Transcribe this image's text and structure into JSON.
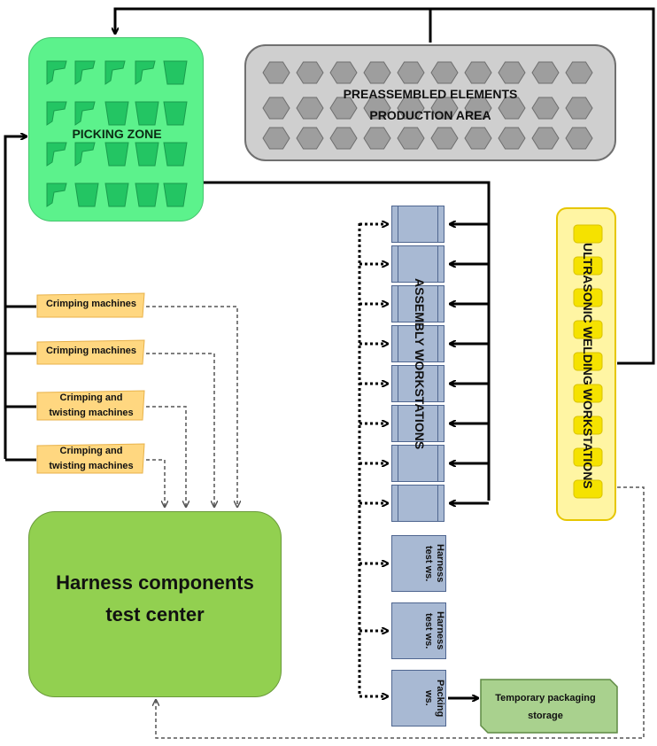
{
  "picking_zone": {
    "title": "PICKING ZONE",
    "color": "#5cf28c"
  },
  "production_area": {
    "line1": "PREASSEMBLED ELEMENTS",
    "line2": "PRODUCTION AREA"
  },
  "ultrasonic": {
    "title": "ULTRASONIC WELDING WORKSTATIONS",
    "color": "#fff5a3"
  },
  "assembly": {
    "title": "ASSEMBLY WORKSTATIONS",
    "count": 8
  },
  "machines": [
    {
      "line1": "Crimping machines",
      "line2": ""
    },
    {
      "line1": "Crimping machines",
      "line2": ""
    },
    {
      "line1": "Crimping and",
      "line2": "twisting machines"
    },
    {
      "line1": "Crimping and",
      "line2": "twisting machines"
    }
  ],
  "test_center": {
    "line1": "Harness components",
    "line2": "test center",
    "color": "#92d050"
  },
  "harness_test": [
    {
      "line1": "Harness",
      "line2": "test ws."
    },
    {
      "line1": "Harness",
      "line2": "test ws."
    }
  ],
  "packing": {
    "line1": "Packing",
    "line2": "ws."
  },
  "packaging_storage": {
    "line1": "Temporary packaging",
    "line2": "storage",
    "color": "#a9d18e"
  }
}
